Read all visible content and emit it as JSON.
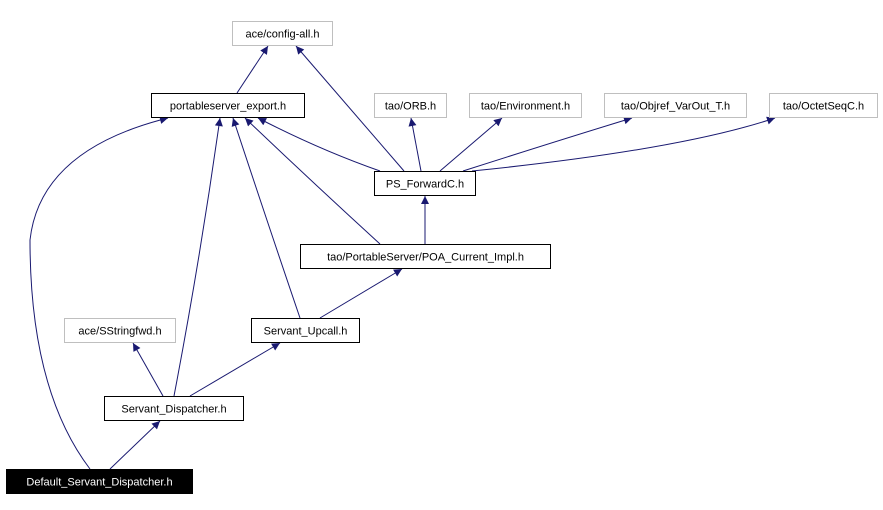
{
  "nodes": [
    {
      "id": "config_all",
      "label": "ace/config-all.h",
      "style": "external"
    },
    {
      "id": "ps_export",
      "label": "portableserver_export.h",
      "style": "normal"
    },
    {
      "id": "orb",
      "label": "tao/ORB.h",
      "style": "external"
    },
    {
      "id": "environment",
      "label": "tao/Environment.h",
      "style": "external"
    },
    {
      "id": "objref",
      "label": "tao/Objref_VarOut_T.h",
      "style": "external"
    },
    {
      "id": "octetseq",
      "label": "tao/OctetSeqC.h",
      "style": "external"
    },
    {
      "id": "ps_forward",
      "label": "PS_ForwardC.h",
      "style": "normal"
    },
    {
      "id": "poa_current",
      "label": "tao/PortableServer/POA_Current_Impl.h",
      "style": "normal"
    },
    {
      "id": "sstringfwd",
      "label": "ace/SStringfwd.h",
      "style": "external"
    },
    {
      "id": "servant_upcall",
      "label": "Servant_Upcall.h",
      "style": "normal"
    },
    {
      "id": "servant_dispatcher",
      "label": "Servant_Dispatcher.h",
      "style": "normal"
    },
    {
      "id": "default_dispatcher",
      "label": "Default_Servant_Dispatcher.h",
      "style": "root"
    }
  ],
  "edges": [
    {
      "from": "ps_export",
      "to": "config_all"
    },
    {
      "from": "ps_forward",
      "to": "config_all"
    },
    {
      "from": "ps_forward",
      "to": "ps_export"
    },
    {
      "from": "ps_forward",
      "to": "orb"
    },
    {
      "from": "ps_forward",
      "to": "environment"
    },
    {
      "from": "ps_forward",
      "to": "objref"
    },
    {
      "from": "ps_forward",
      "to": "octetseq"
    },
    {
      "from": "poa_current",
      "to": "ps_forward"
    },
    {
      "from": "poa_current",
      "to": "ps_export"
    },
    {
      "from": "servant_upcall",
      "to": "poa_current"
    },
    {
      "from": "servant_upcall",
      "to": "ps_export"
    },
    {
      "from": "servant_dispatcher",
      "to": "sstringfwd"
    },
    {
      "from": "servant_dispatcher",
      "to": "servant_upcall"
    },
    {
      "from": "servant_dispatcher",
      "to": "ps_export"
    },
    {
      "from": "default_dispatcher",
      "to": "servant_dispatcher"
    },
    {
      "from": "default_dispatcher",
      "to": "ps_export"
    }
  ],
  "colors": {
    "edge": "#191970",
    "normal_border": "#000000",
    "external_border": "#bfbfbf",
    "root_fill": "#000000",
    "root_text": "#ffffff",
    "text": "#000000"
  }
}
